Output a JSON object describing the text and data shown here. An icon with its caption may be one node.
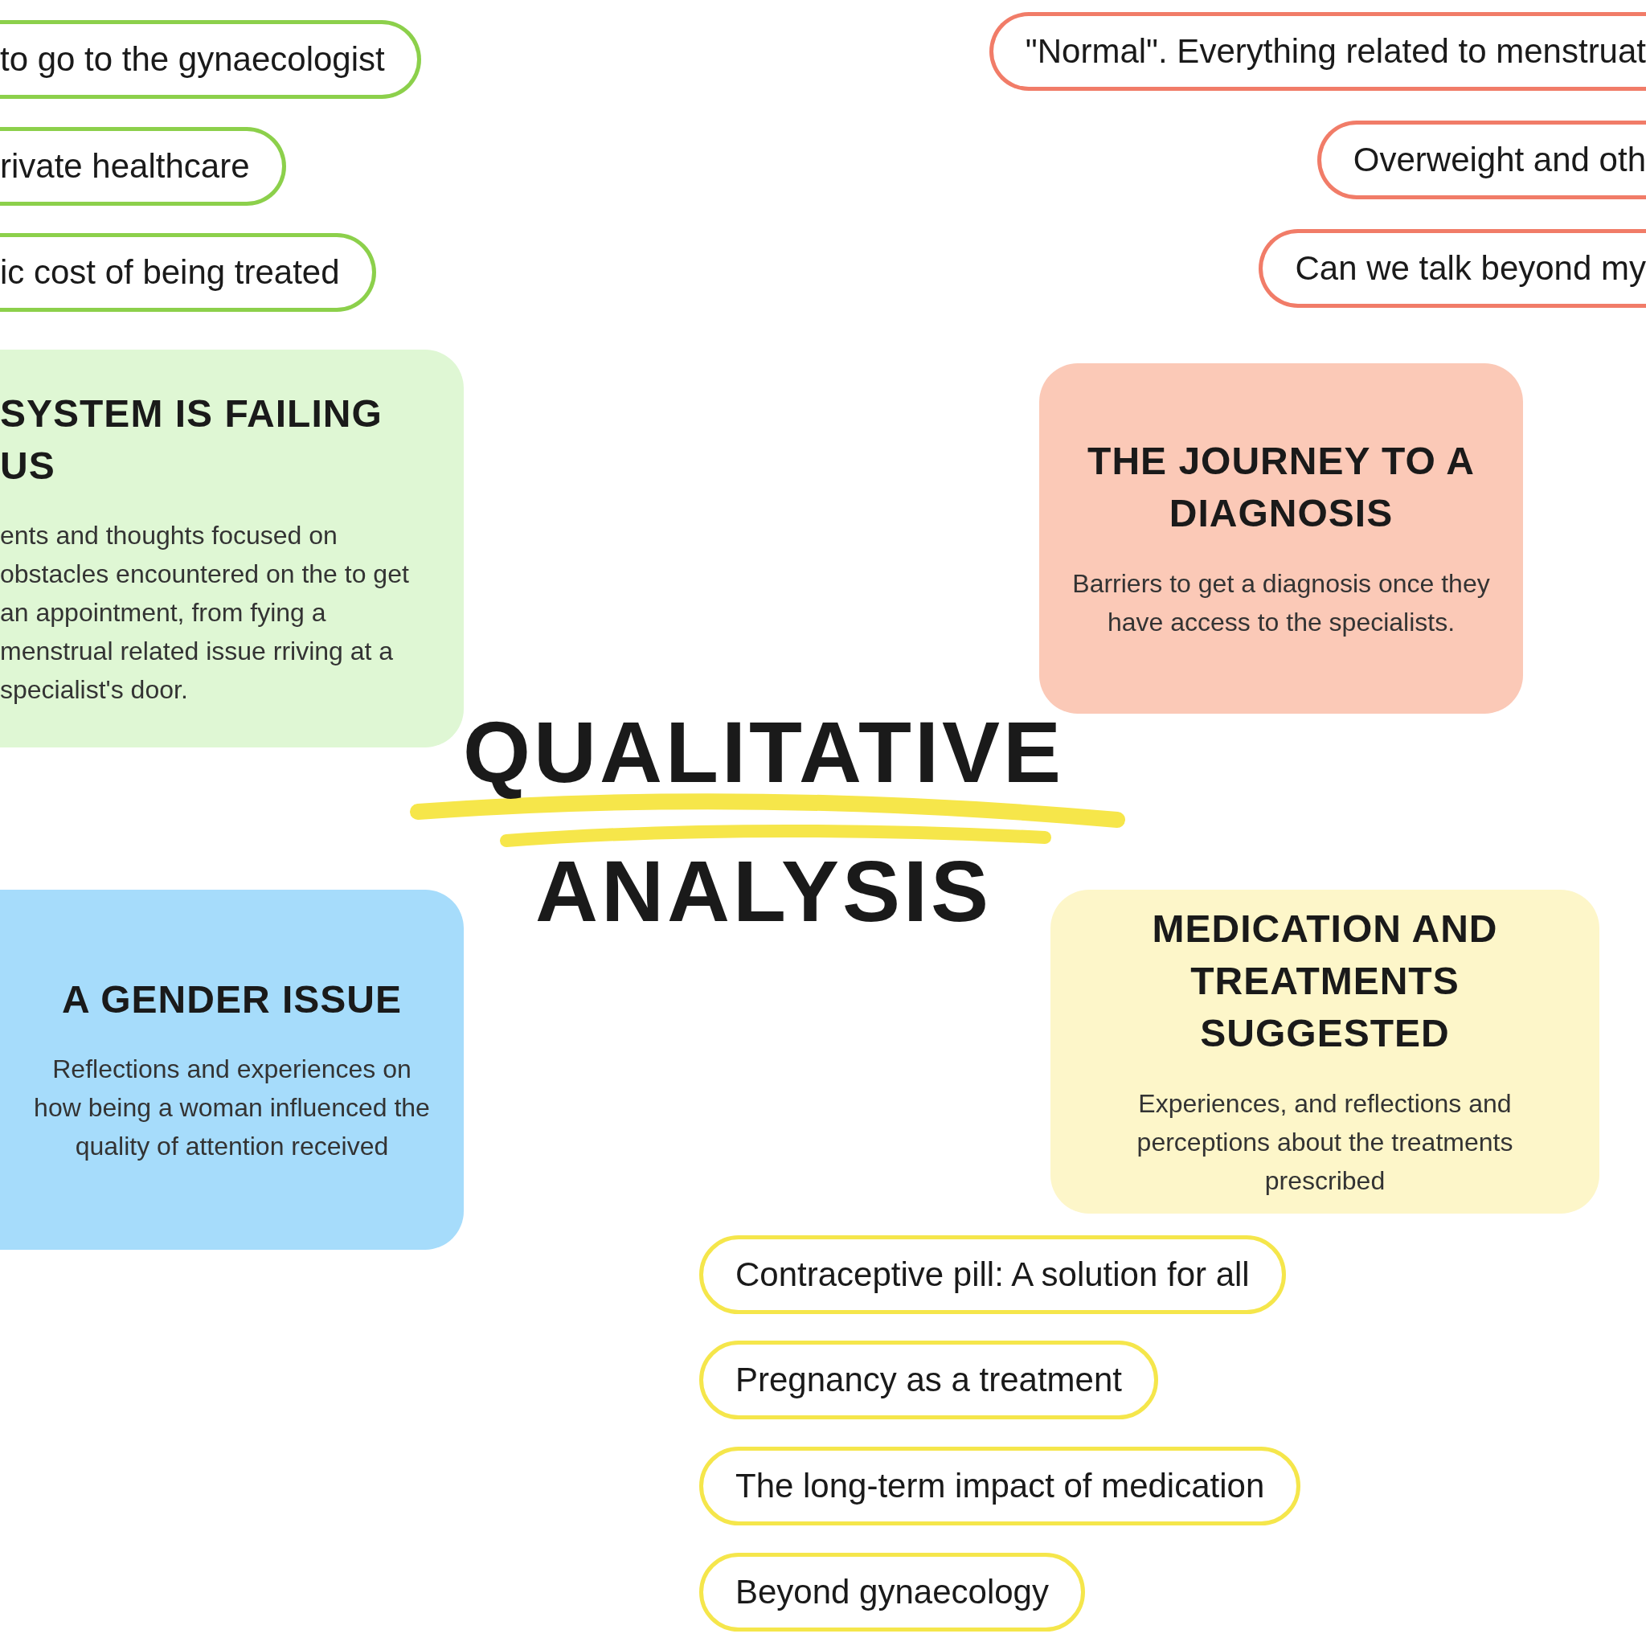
{
  "diagram": {
    "title": "QUALITATIVE ANALYSIS",
    "nodes": [
      {
        "text": [
          "to go to the gynaecologist"
        ]
      },
      {
        "text": [
          "rivate healthcare"
        ]
      },
      {
        "text": [
          "ic cost of being treated"
        ]
      },
      {
        "text": [
          "SYSTEM IS FAILING US",
          "ents and thoughts focused on obstacles encountered on the to get an appointment, from fying a menstrual related issue rriving at a specialist's door."
        ]
      },
      {
        "text": [
          "\"Normal\". Everything related to menstruat"
        ]
      },
      {
        "text": [
          "Overweight and oth"
        ]
      },
      {
        "text": [
          "Can we talk beyond my"
        ]
      },
      {
        "text": [
          "THE JOURNEY TO A DIAGNOSIS",
          "Barriers to get a diagnosis once they have access to the specialists."
        ]
      },
      {
        "text": [
          "A GENDER ISSUE",
          "Reflections and experiences on how being a woman influenced the quality of attention received"
        ]
      },
      {
        "text": [
          "MEDICATION AND TREATMENTS SUGGESTED",
          "Experiences, and reflections and perceptions about the treatments prescribed"
        ]
      },
      {
        "text": [
          "Contraceptive pill: A solution for all"
        ]
      },
      {
        "text": [
          "Pregnancy as a treatment"
        ]
      },
      {
        "text": [
          "The long-term impact of medication"
        ]
      },
      {
        "text": [
          "Beyond gynaecology"
        ]
      }
    ]
  }
}
